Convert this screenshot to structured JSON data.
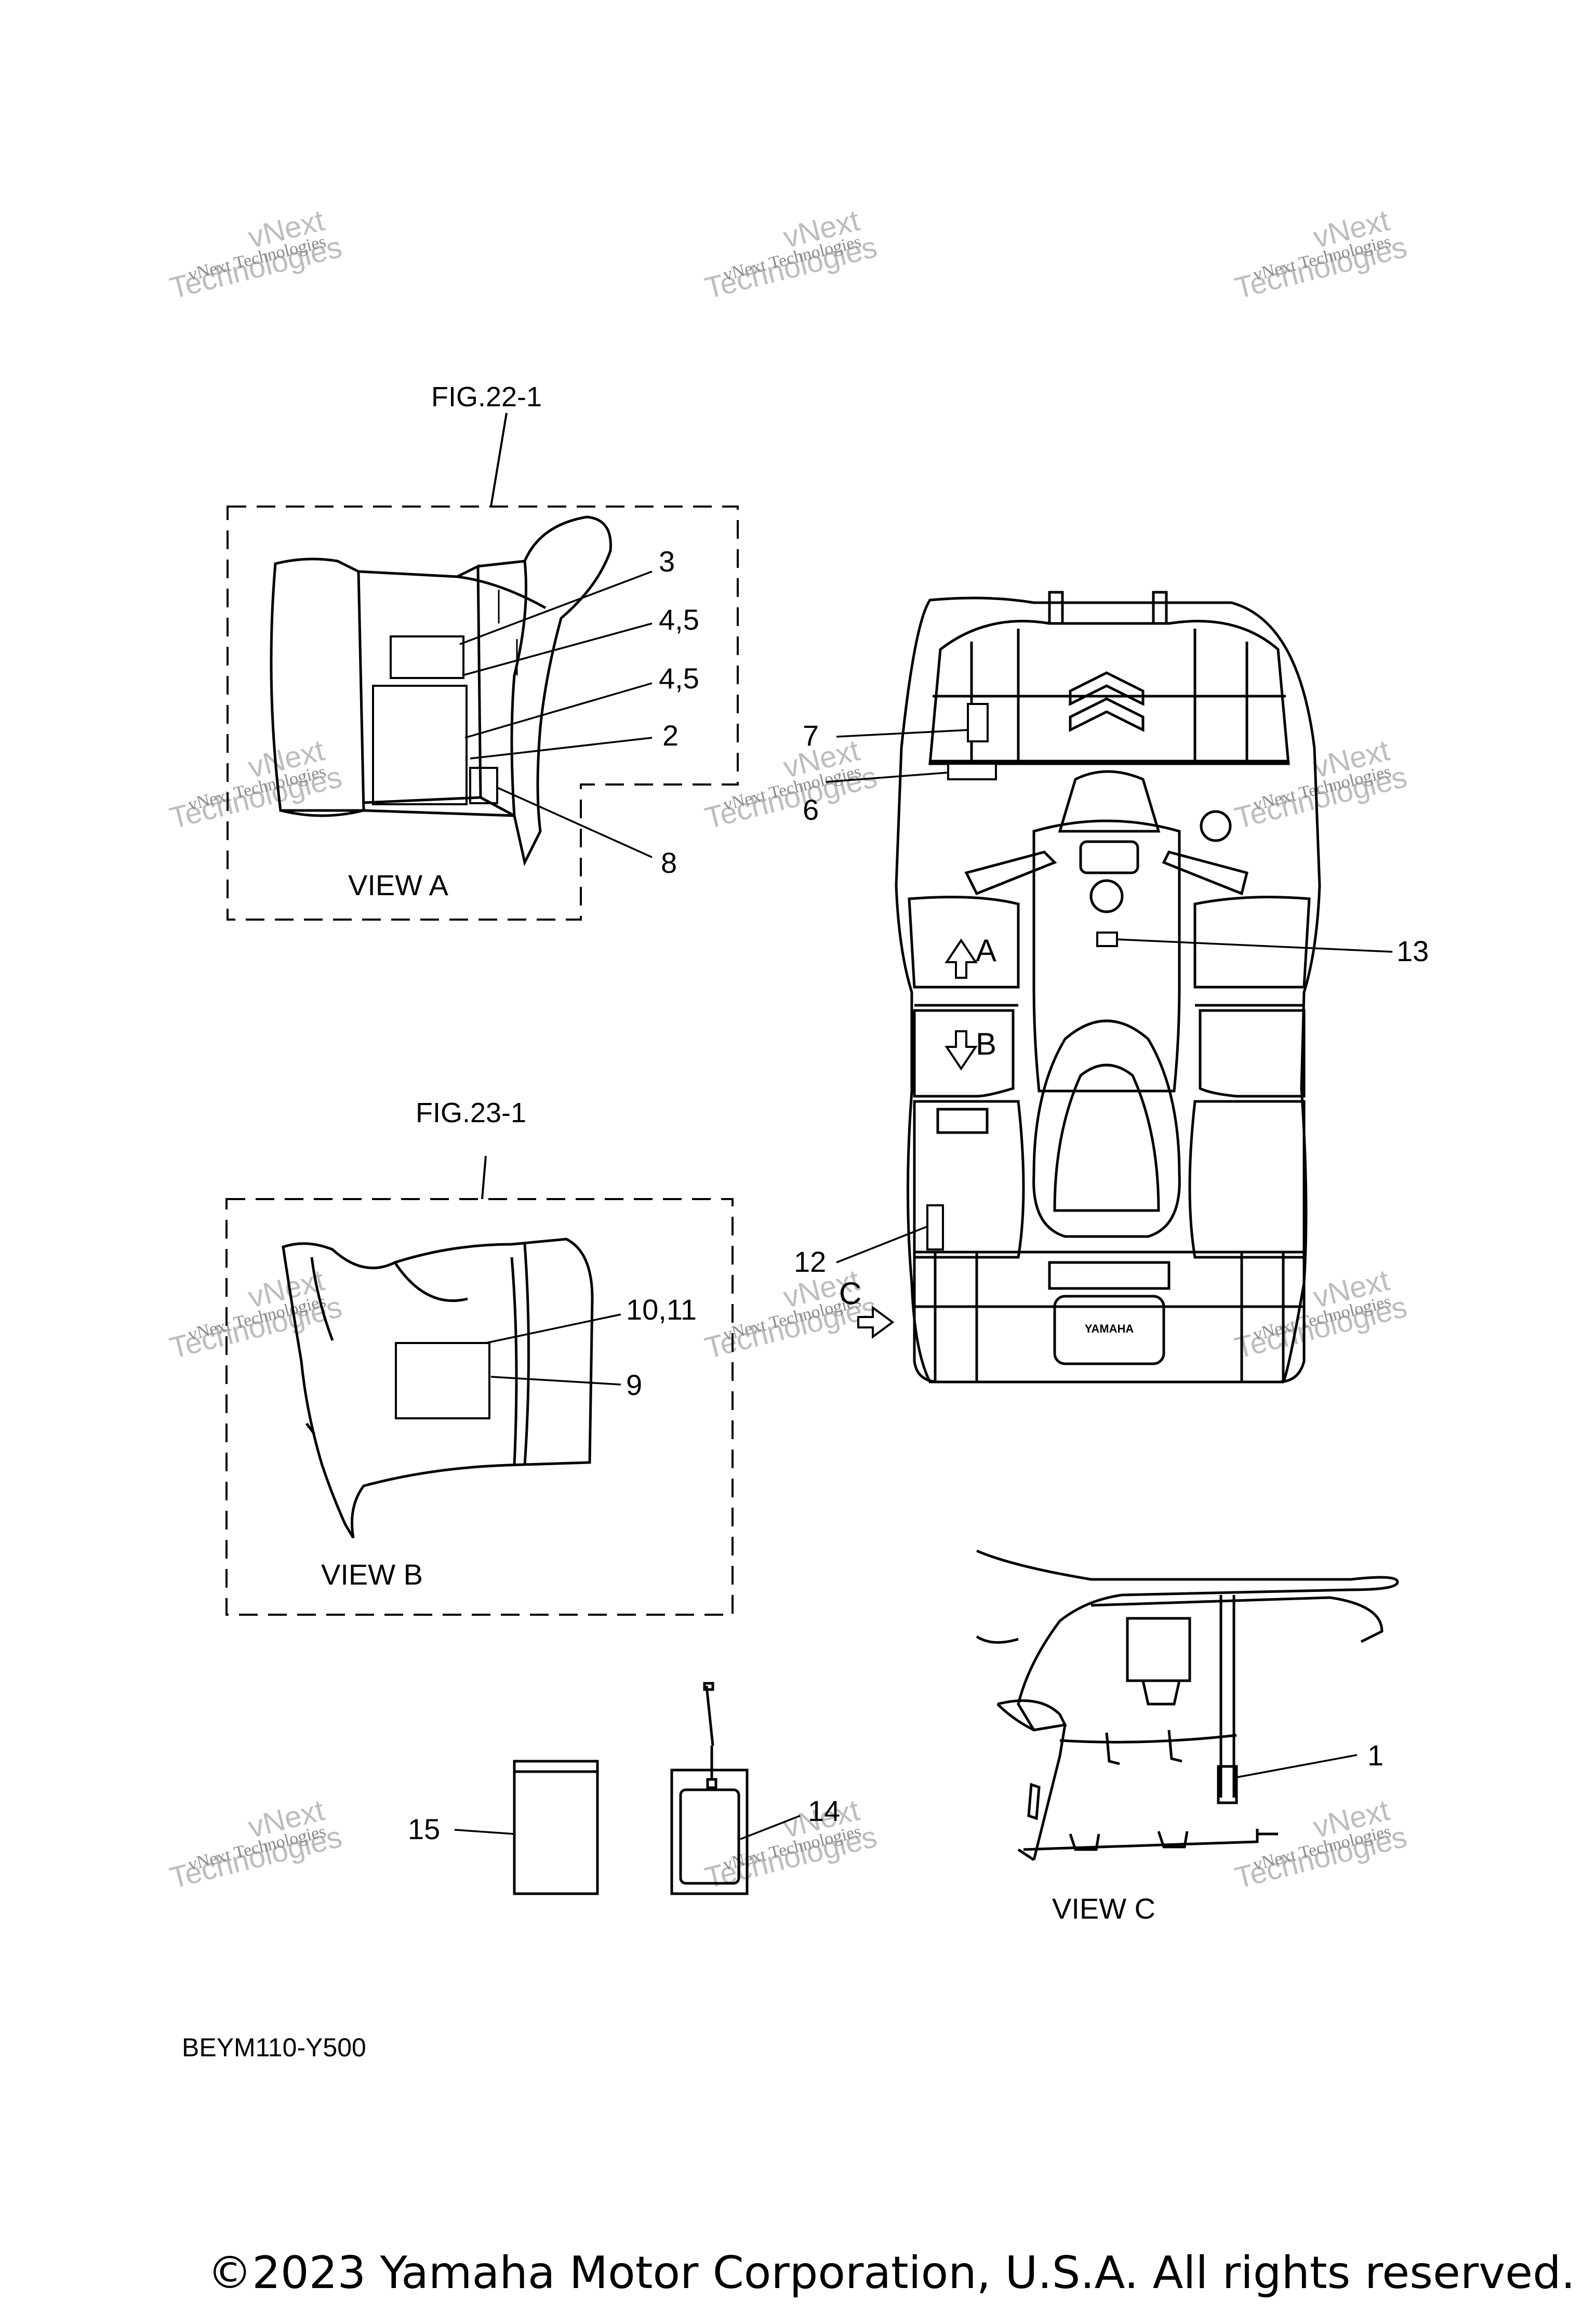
{
  "figure_refs": {
    "fig_22_1": "FIG.22-1",
    "fig_23_1": "FIG.23-1"
  },
  "views": {
    "view_a": "VIEW A",
    "view_b": "VIEW B",
    "view_c": "VIEW C"
  },
  "callouts": {
    "c1": "1",
    "c2": "2",
    "c3": "3",
    "c4_5_first": "4,5",
    "c4_5_second": "4,5",
    "c6": "6",
    "c7": "7",
    "c8": "8",
    "c9": "9",
    "c10_11": "10,11",
    "c12": "12",
    "c13": "13",
    "c14": "14",
    "c15": "15"
  },
  "direction_markers": {
    "a": "A",
    "b": "B",
    "c": "C"
  },
  "atv_brand": "YAMAHA",
  "diagram_code": "BEYM110-Y500",
  "watermark": {
    "line1": "vNext Technologies",
    "line2": "vNext",
    "line3": "Technologies"
  },
  "copyright": "©2023 Yamaha Motor Corporation, U.S.A. All rights reserved."
}
